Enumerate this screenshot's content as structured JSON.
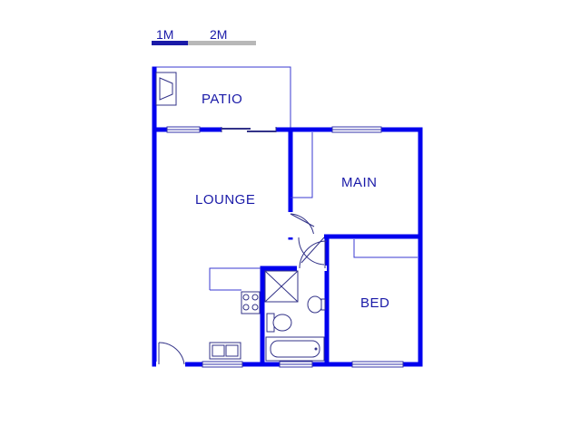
{
  "scale_bar": {
    "label_1": "1M",
    "label_2": "2M"
  },
  "rooms": {
    "patio": "PATIO",
    "lounge": "LOUNGE",
    "main": "MAIN",
    "bed": "BED"
  },
  "colors": {
    "wall": "#0000ee",
    "label": "#1a1aa8",
    "thin_line": "#3a3ad0",
    "scale_dark": "#1a1aa8",
    "scale_light": "#b8b8b8"
  }
}
